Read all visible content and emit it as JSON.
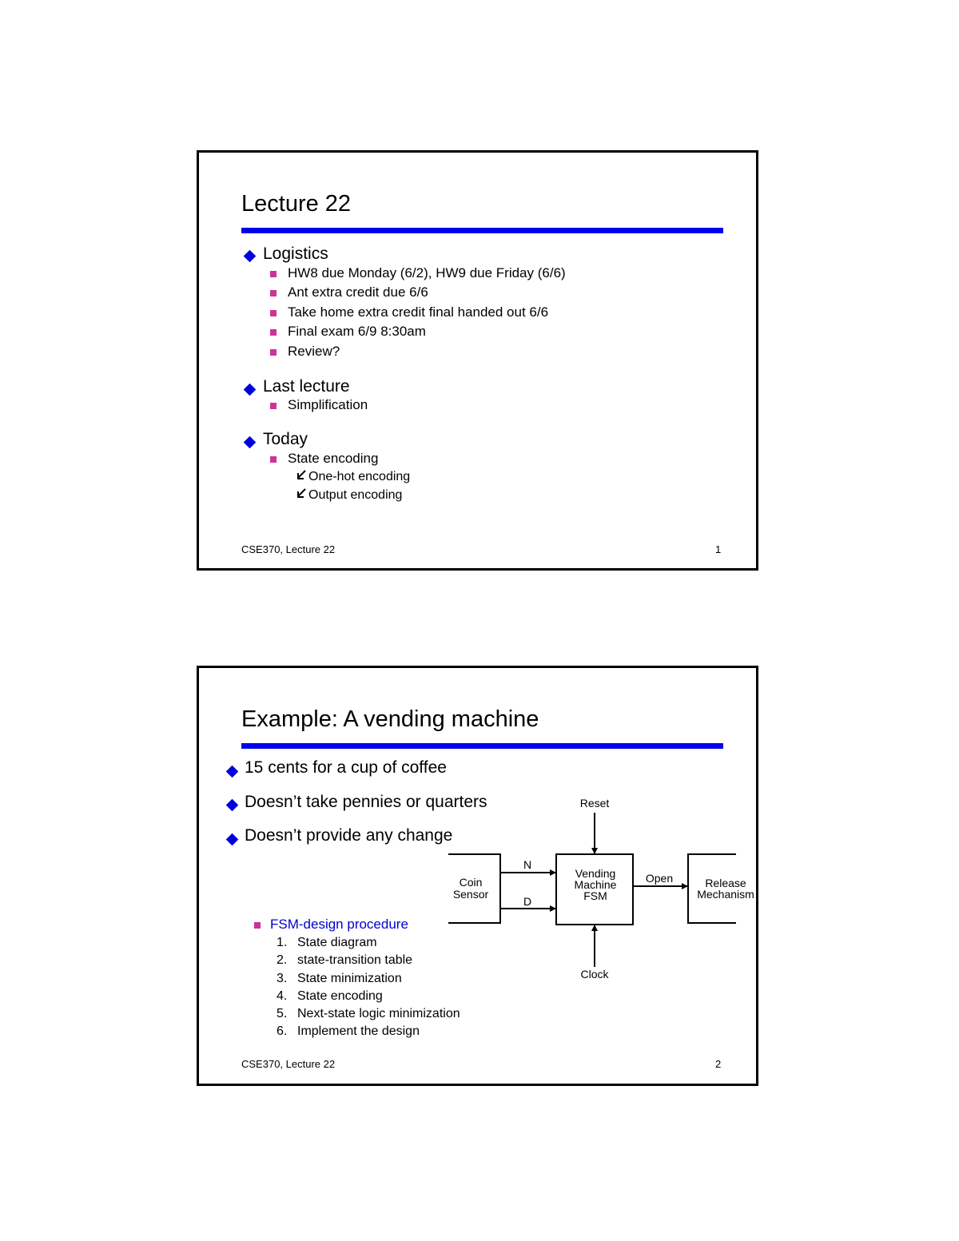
{
  "slide1": {
    "title": "Lecture 22",
    "sections": [
      {
        "heading": "Logistics",
        "items": [
          "HW8 due Monday (6/2), HW9 due Friday (6/6)",
          "Ant extra credit due 6/6",
          "Take home extra credit final handed out 6/6",
          "Final exam 6/9 8:30am",
          "Review?"
        ]
      },
      {
        "heading": "Last lecture",
        "items": [
          "Simplification"
        ]
      },
      {
        "heading": "Today",
        "items": [
          "State encoding"
        ],
        "subitems": [
          "One-hot encoding",
          "Output encoding"
        ]
      }
    ],
    "footer_left": "CSE370, Lecture  22",
    "page_number": "1"
  },
  "slide2": {
    "title": "Example: A vending machine",
    "bullets": [
      "15 cents for a cup of coffee",
      "Doesn’t take pennies or quarters",
      "Doesn’t provide any change"
    ],
    "procedure_heading": "FSM-design procedure",
    "procedure_steps": [
      {
        "num": "1.",
        "text": "State diagram"
      },
      {
        "num": "2.",
        "text": "state-transition table"
      },
      {
        "num": "3.",
        "text": "State minimization"
      },
      {
        "num": "4.",
        "text": "State encoding"
      },
      {
        "num": "5.",
        "text": "Next-state logic minimization"
      },
      {
        "num": "6.",
        "text": "Implement the design"
      }
    ],
    "diagram": {
      "reset": "Reset",
      "clock": "Clock",
      "coin_line1": "Coin",
      "coin_line2": "Sensor",
      "fsm_line1": "Vending",
      "fsm_line2": "Machine",
      "fsm_line3": "FSM",
      "release_line1": "Release",
      "release_line2": "Mechanism",
      "n_label": "N",
      "d_label": "D",
      "open_label": "Open"
    },
    "footer_left": "CSE370, Lecture  22",
    "page_number": "2"
  },
  "colors": {
    "rule": "#0000ee",
    "diamond_bullet": "#0000dd",
    "square_bullet": "#cc3399",
    "procedure_heading": "#0000cc"
  },
  "icons": {
    "level1_bullet": "diamond-bullet-icon",
    "level2_bullet": "square-bullet-icon",
    "level3_bullet": "check-arrow-icon"
  }
}
